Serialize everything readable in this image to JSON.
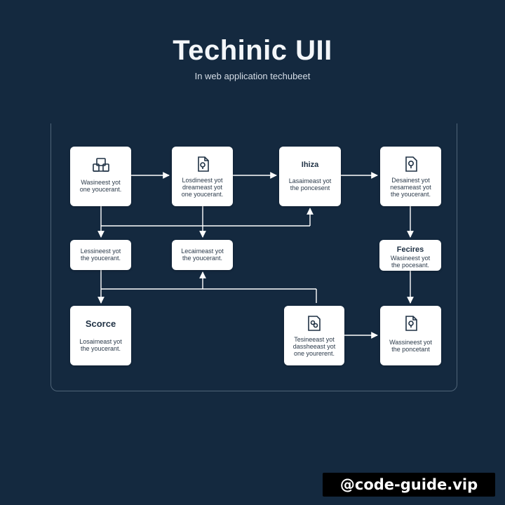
{
  "header": {
    "title": "Techinic UII",
    "subtitle": "In web application techubeet"
  },
  "nodes": {
    "n1": {
      "icon": "user-group-icon",
      "line1": "Wasineest yot",
      "line2": "one youcerant."
    },
    "n2": {
      "icon": "document-icon",
      "line1": "Losdineest yot",
      "line2": "dreameast yot",
      "line3": "one youcerant."
    },
    "n3": {
      "heading": "Ihiza",
      "line1": "Lasaimeast yot",
      "line2": "the poncesent"
    },
    "n4": {
      "icon": "search-document-icon",
      "line1": "Desainest yot",
      "line2": "nesameast yot",
      "line3": "the youcerant."
    },
    "n5": {
      "line1": "Lessineest yot",
      "line2": "the youcerant."
    },
    "n6": {
      "line1": "Lecaimeast yot",
      "line2": "the youcerant."
    },
    "n7": {
      "heading": "Fecires",
      "line1": "Wasineest yot",
      "line2": "the pocesant."
    },
    "n8": {
      "heading": "Scorce",
      "line1": "Losaimeast yot",
      "line2": "the youcerant."
    },
    "n9": {
      "icon": "link-document-icon",
      "line1": "Tesineeast yot",
      "line2": "dassheeast yot",
      "line3": "one yourerent."
    },
    "n10": {
      "icon": "document-icon",
      "line1": "Wassineest yot",
      "line2": "the poncetant"
    }
  },
  "watermark": {
    "text": "@code-guide.vip"
  },
  "colors": {
    "background": "#14293f",
    "node_fill": "#ffffff",
    "connector": "#ffffff",
    "node_text": "#1f3144"
  }
}
